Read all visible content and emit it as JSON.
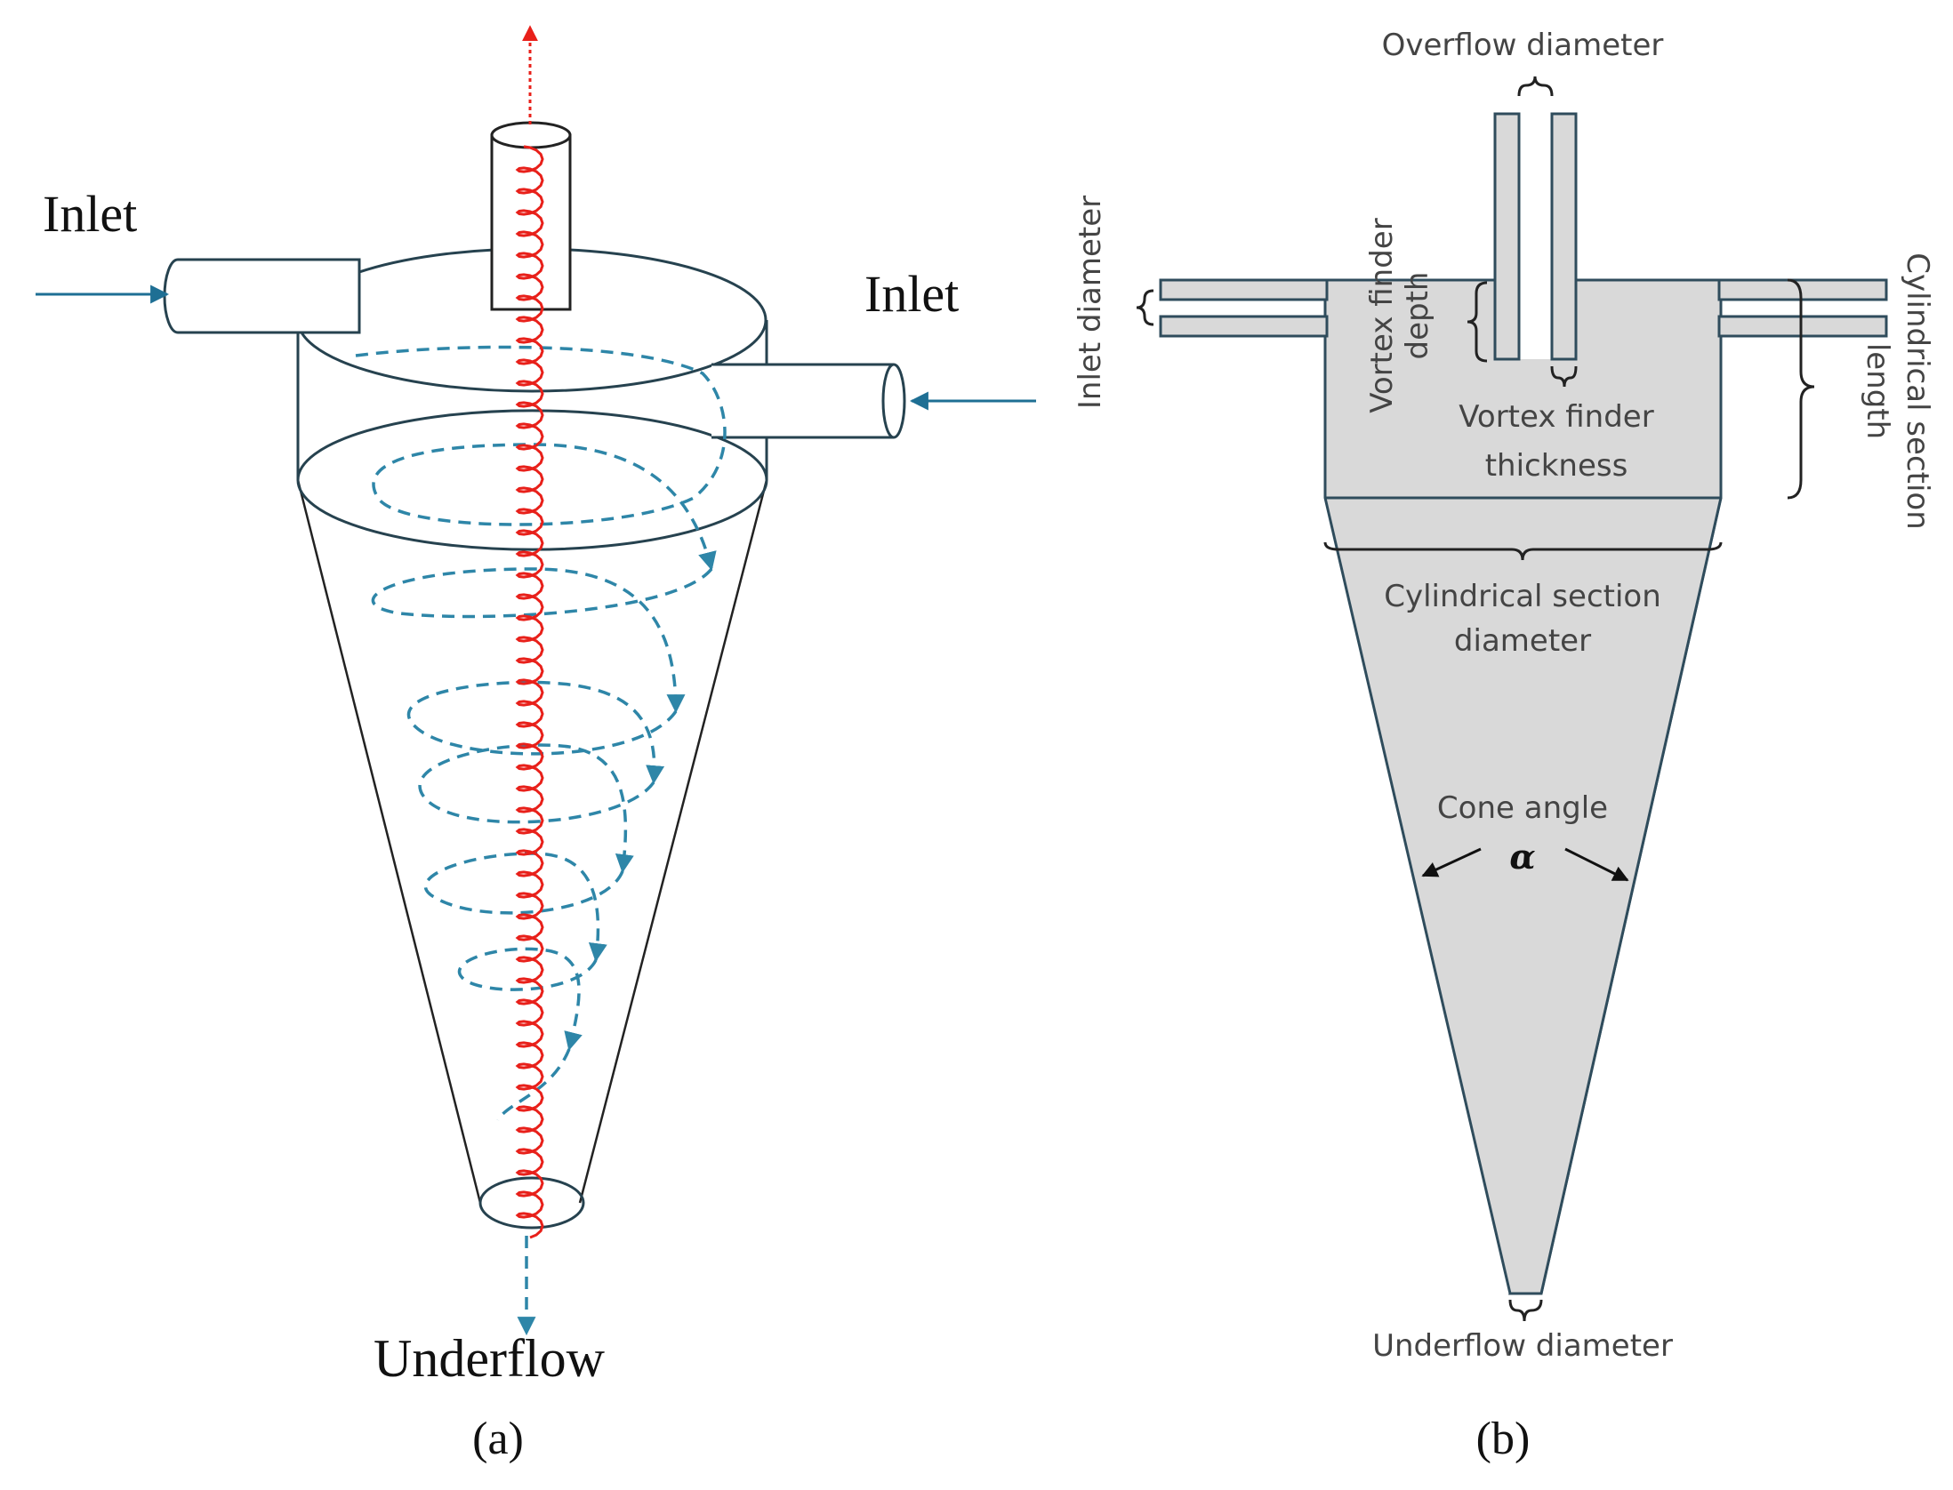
{
  "panel_a": {
    "labels": {
      "inlet_left": "Inlet",
      "inlet_right": "Inlet",
      "underflow": "Underflow",
      "caption": "(a)"
    },
    "colors": {
      "vortex": "#e8201a",
      "flow": "#2e86a8",
      "inlet_arrow": "#1e6f94"
    }
  },
  "panel_b": {
    "labels": {
      "overflow_diameter": "Overflow diameter",
      "inlet_diameter": "Inlet diameter",
      "vortex_finder_depth_1": "Vortex finder",
      "vortex_finder_depth_2": "depth",
      "vortex_finder_thickness_1": "Vortex finder",
      "vortex_finder_thickness_2": "thickness",
      "cylindrical_length_1": "Cylindrical section",
      "cylindrical_length_2": "length",
      "cylindrical_diameter_1": "Cylindrical section",
      "cylindrical_diameter_2": "diameter",
      "cone_angle": "Cone angle",
      "alpha": "α",
      "underflow_diameter": "Underflow diameter",
      "caption": "(b)"
    },
    "colors": {
      "fill": "#d9d9d9",
      "stroke": "#2f4c5c"
    }
  }
}
